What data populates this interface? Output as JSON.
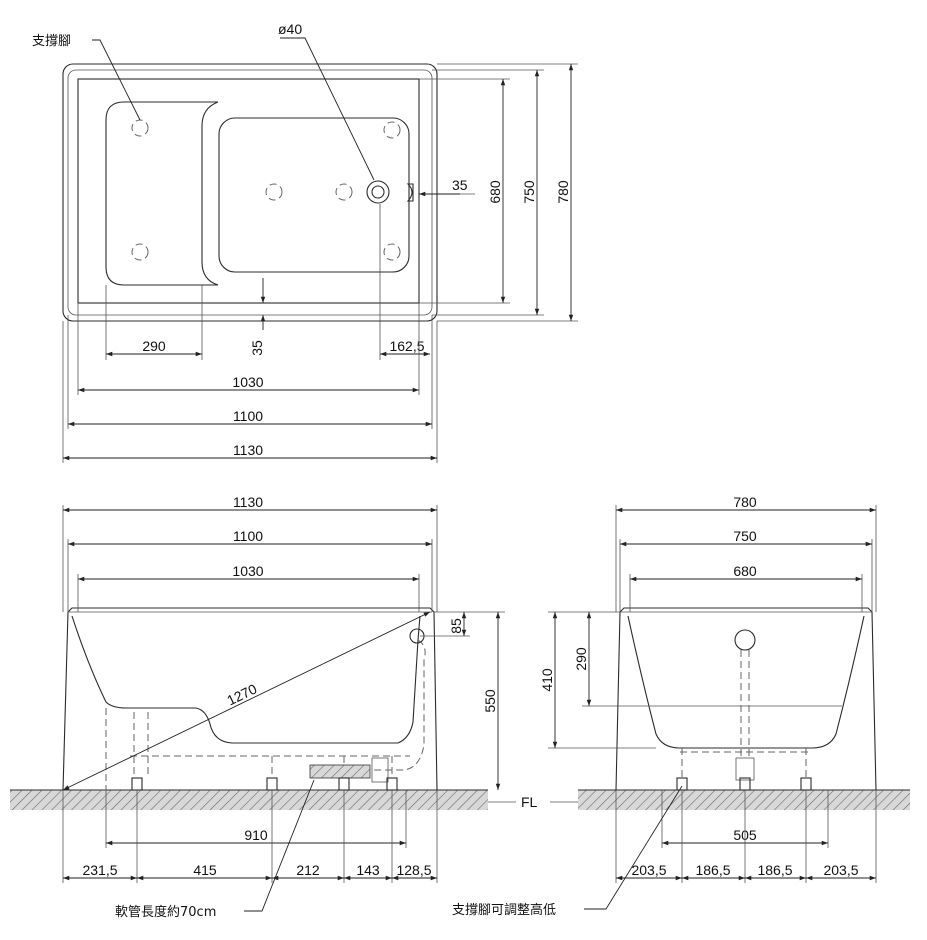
{
  "labels": {
    "support_feet": "支撐腳",
    "drain_diameter": "ø40",
    "hose_length": "軟管長度約70cm",
    "adjustable_feet": "支撐腳可調整高低",
    "floor_level": "FL"
  },
  "top_view": {
    "depth_outer": "780",
    "depth_rim": "750",
    "depth_inner": "680",
    "drain_offset": "35",
    "seat_width": "290",
    "bottom_offset": "35",
    "drain_edge": "162,5",
    "inner_length": "1030",
    "rim_length": "1100",
    "outer_length": "1130"
  },
  "side_view": {
    "outer_length": "1130",
    "rim_length": "1100",
    "inner_length": "1030",
    "diagonal": "1270",
    "overflow": "85",
    "height": "550",
    "feet_span": "910",
    "seg_1": "231,5",
    "seg_2": "415",
    "seg_3": "212",
    "seg_4": "143",
    "seg_5": "128,5"
  },
  "end_view": {
    "outer_width": "780",
    "rim_width": "750",
    "inner_width": "680",
    "water_depth": "410",
    "depth_290": "290",
    "feet_span": "505",
    "seg_1": "203,5",
    "seg_2": "186,5",
    "seg_3": "186,5",
    "seg_4": "203,5"
  }
}
